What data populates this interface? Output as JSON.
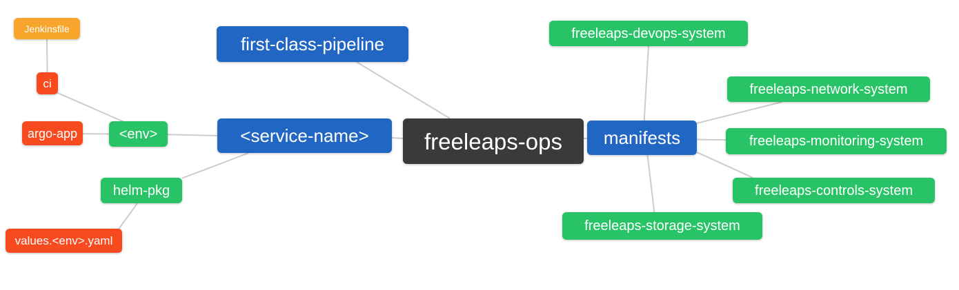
{
  "diagram": {
    "type": "mindmap",
    "root_label": "freeleaps-ops",
    "palette": {
      "background": "#ffffff",
      "text": "#ffffff",
      "edge": "#cccccc",
      "root": "#3b3a39",
      "branch": "#2266c4",
      "leaf_green": "#28c366",
      "leaf_red": "#f74a1e",
      "leaf_orange": "#f7a62b"
    },
    "nodes": [
      {
        "id": "jenkinsfile",
        "label": "Jenkinsfile",
        "color": "leaf_orange"
      },
      {
        "id": "ci",
        "label": "ci",
        "color": "leaf_red"
      },
      {
        "id": "argo-app",
        "label": "argo-app",
        "color": "leaf_red"
      },
      {
        "id": "env",
        "label": "<env>",
        "color": "leaf_green"
      },
      {
        "id": "first-class-pipeline",
        "label": "first-class-pipeline",
        "color": "branch"
      },
      {
        "id": "service-name",
        "label": "<service-name>",
        "color": "branch"
      },
      {
        "id": "freeleaps-ops",
        "label": "freeleaps-ops",
        "color": "root"
      },
      {
        "id": "manifests",
        "label": "manifests",
        "color": "branch"
      },
      {
        "id": "helm-pkg",
        "label": "helm-pkg",
        "color": "leaf_green"
      },
      {
        "id": "values-env-yaml",
        "label": "values.<env>.yaml",
        "color": "leaf_red"
      },
      {
        "id": "freeleaps-devops-system",
        "label": "freeleaps-devops-system",
        "color": "leaf_green"
      },
      {
        "id": "freeleaps-network-system",
        "label": "freeleaps-network-system",
        "color": "leaf_green"
      },
      {
        "id": "freeleaps-monitoring-system",
        "label": "freeleaps-monitoring-system",
        "color": "leaf_green"
      },
      {
        "id": "freeleaps-controls-system",
        "label": "freeleaps-controls-system",
        "color": "leaf_green"
      },
      {
        "id": "freeleaps-storage-system",
        "label": "freeleaps-storage-system",
        "color": "leaf_green"
      }
    ],
    "edges": [
      [
        "jenkinsfile",
        "ci"
      ],
      [
        "ci",
        "env"
      ],
      [
        "argo-app",
        "env"
      ],
      [
        "env",
        "service-name"
      ],
      [
        "helm-pkg",
        "service-name"
      ],
      [
        "values-env-yaml",
        "helm-pkg"
      ],
      [
        "first-class-pipeline",
        "freeleaps-ops"
      ],
      [
        "service-name",
        "freeleaps-ops"
      ],
      [
        "freeleaps-ops",
        "manifests"
      ],
      [
        "manifests",
        "freeleaps-devops-system"
      ],
      [
        "manifests",
        "freeleaps-network-system"
      ],
      [
        "manifests",
        "freeleaps-monitoring-system"
      ],
      [
        "manifests",
        "freeleaps-controls-system"
      ],
      [
        "manifests",
        "freeleaps-storage-system"
      ]
    ]
  }
}
